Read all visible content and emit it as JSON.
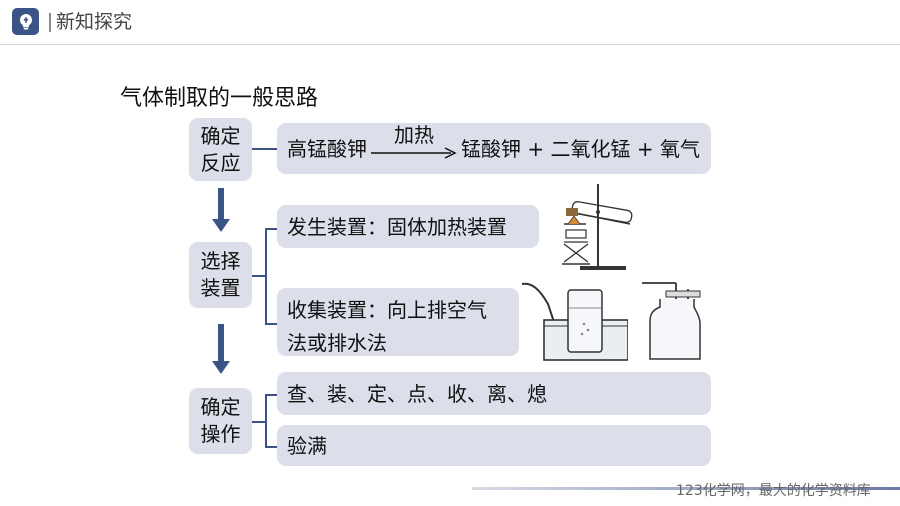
{
  "header": {
    "title": "新知探究",
    "icon": "lightbulb-icon"
  },
  "main_title": "气体制取的一般思路",
  "stages": {
    "reaction": {
      "line1": "确定",
      "line2": "反应"
    },
    "apparatus": {
      "line1": "选择",
      "line2": "装置"
    },
    "operation": {
      "line1": "确定",
      "line2": "操作"
    }
  },
  "reaction": {
    "reactant": "高锰酸钾",
    "condition": "加热",
    "products": "锰酸钾 + 二氧化锰 + 氧气"
  },
  "apparatus": {
    "generation": "发生装置：固体加热装置",
    "collection_line1": "收集装置：向上排空气",
    "collection_line2": "法或排水法"
  },
  "operation": {
    "steps": "查、装、定、点、收、离、熄",
    "check": "验满"
  },
  "footer": {
    "watermark": "123化学网，最大的化学资料库"
  },
  "colors": {
    "accent": "#3a5486",
    "box": "#dcdfea"
  }
}
